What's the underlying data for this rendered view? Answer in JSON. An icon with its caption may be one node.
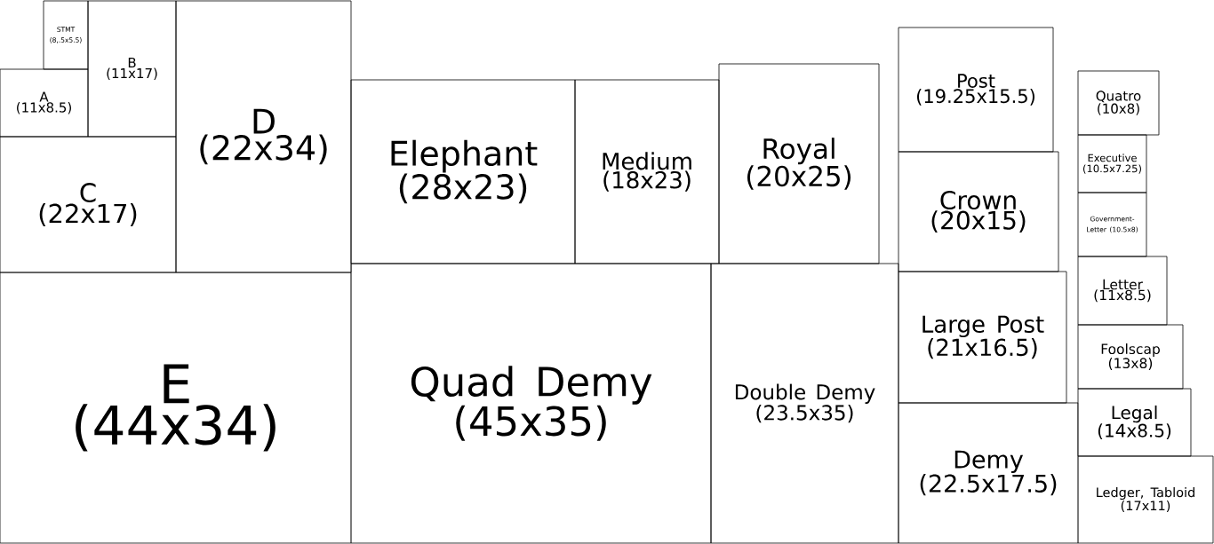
{
  "diagram": {
    "nodes": [
      {
        "text": [
          "STMT (8,.5x5.5)"
        ]
      },
      {
        "text": [
          "B (11x17)"
        ]
      },
      {
        "text": [
          "A (11x8.5)"
        ]
      },
      {
        "text": [
          "D (22x34)"
        ]
      },
      {
        "text": [
          "C (22x17)"
        ]
      },
      {
        "text": [
          "E (44x34)"
        ]
      },
      {
        "text": [
          "Elephant (28x23)"
        ]
      },
      {
        "text": [
          "Medium (18x23)"
        ]
      },
      {
        "text": [
          "Royal (20x25)"
        ]
      },
      {
        "text": [
          "Quad Demy (45x35)"
        ]
      },
      {
        "text": [
          "Double Demy (23.5x35)"
        ]
      },
      {
        "text": [
          "Post (19.25x15.5)"
        ]
      },
      {
        "text": [
          "Crown (20x15)"
        ]
      },
      {
        "text": [
          "Large Post (21x16.5)"
        ]
      },
      {
        "text": [
          "Demy (22.5x17.5)"
        ]
      },
      {
        "text": [
          "Quatro (10x8)"
        ]
      },
      {
        "text": [
          "Executive (10.5x7.25)"
        ]
      },
      {
        "text": [
          "Government-Letter (10.5x8)"
        ]
      },
      {
        "text": [
          "Letter (11x8.5)"
        ]
      },
      {
        "text": [
          "Foolscap (13x8)"
        ]
      },
      {
        "text": [
          "Legal (14x8.5)"
        ]
      },
      {
        "text": [
          "Ledger, Tabloid (17x11)"
        ]
      }
    ]
  }
}
